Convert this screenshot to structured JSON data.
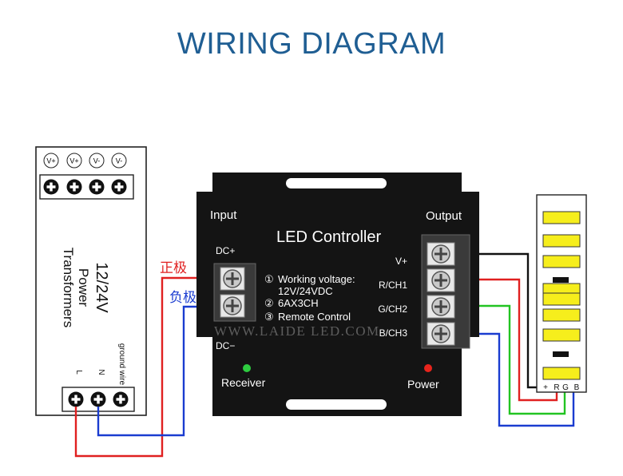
{
  "title": "WIRING DIAGRAM",
  "colors": {
    "title": "#1f5e93",
    "positive_wire": "#e02020",
    "negative_wire": "#1a3cd0",
    "green_wire": "#22c422",
    "black_wire": "#111111",
    "controller_body": "#141414",
    "led_segment": "#f6ee1c",
    "label_red": "#e02020",
    "label_blue": "#1a3cd0"
  },
  "power_supply": {
    "top_terminal_labels": [
      "V+",
      "V+",
      "V-",
      "V-"
    ],
    "name_lines": [
      "12/24V",
      "Power",
      "Transformers"
    ],
    "bottom_terminal_labels": [
      "L",
      "N",
      "ground wire"
    ]
  },
  "wire_labels": {
    "positive": "正极",
    "negative": "负极"
  },
  "controller": {
    "input_label": "Input",
    "output_label": "Output",
    "title": "LED Controller",
    "dc_plus": "DC+",
    "dc_minus": "DC−",
    "specs": [
      {
        "marker": "①",
        "text": "Working voltage:"
      },
      {
        "marker": "",
        "text": "12V/24VDC"
      },
      {
        "marker": "②",
        "text": "6AX3CH"
      },
      {
        "marker": "③",
        "text": "Remote Control"
      }
    ],
    "channels": [
      "V+",
      "R/CH1",
      "G/CH2",
      "B/CH3"
    ],
    "receiver_label": "Receiver",
    "power_label": "Power",
    "receiver_led_color": "#2ecc40",
    "power_led_color": "#e8241c",
    "watermark": "WWW.LAIDE LED.COM"
  },
  "led_strip": {
    "pin_labels": [
      "+",
      "R",
      "G",
      "B"
    ],
    "segments": 8
  }
}
